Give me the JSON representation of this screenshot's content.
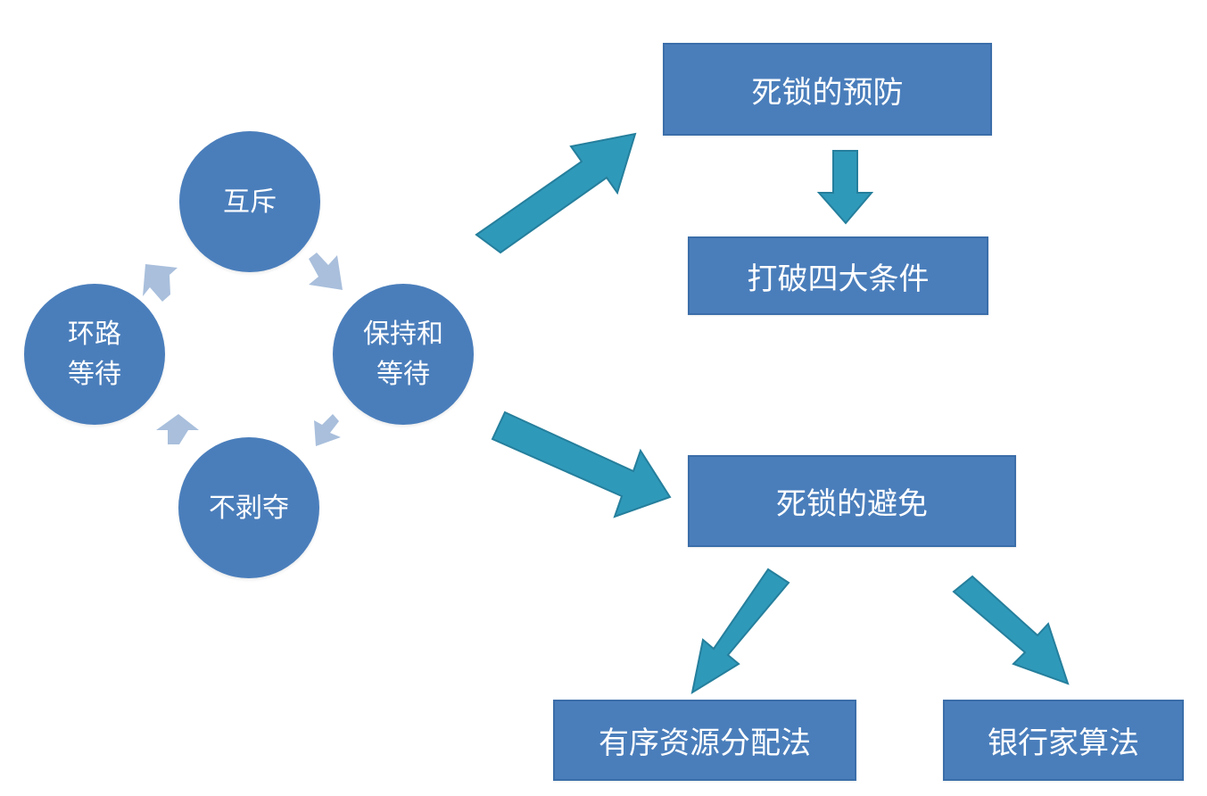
{
  "cycle": {
    "mutual_exclusion": "互斥",
    "hold_and_wait": "保持和\n等待",
    "no_preemption": "不剥夺",
    "circular_wait": "环路\n等待"
  },
  "prevention": {
    "title": "死锁的预防",
    "method": "打破四大条件"
  },
  "avoidance": {
    "title": "死锁的避免",
    "methods": [
      "有序资源分配法",
      "银行家算法"
    ]
  },
  "colors": {
    "node": "#4a7ebb",
    "arrow_large": "#2f99ba",
    "arrow_small": "#a9bfdc"
  }
}
